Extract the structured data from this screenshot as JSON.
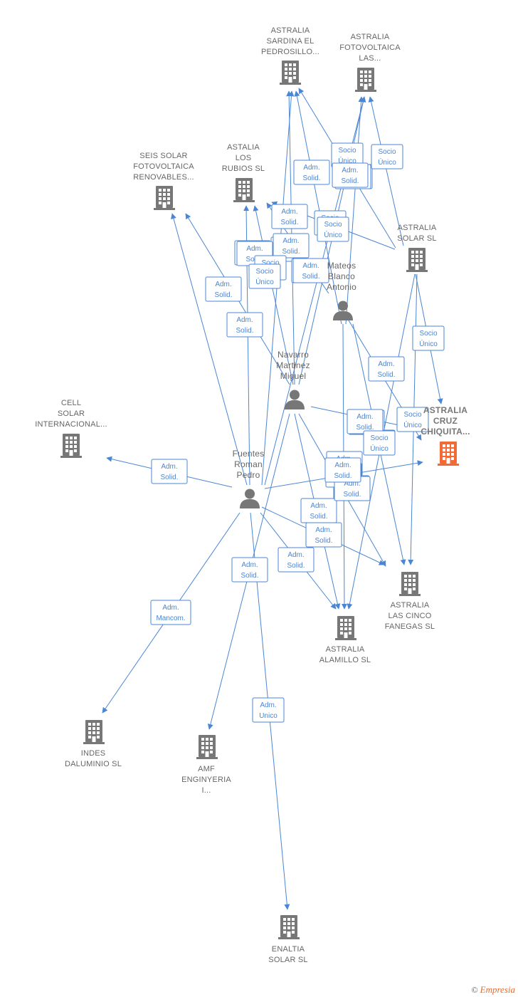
{
  "colors": {
    "edge": "#4a86d4",
    "company": "#777777",
    "focus": "#f26a35",
    "person": "#777777",
    "label": "#666666"
  },
  "nodes": [
    {
      "id": "sardina",
      "type": "company",
      "lines": [
        "ASTRALIA",
        "SARDINA EL",
        "PEDROSILLO..."
      ]
    },
    {
      "id": "fotovoltaica",
      "type": "company",
      "lines": [
        "ASTRALIA",
        "FOTOVOLTAICA",
        "LAS..."
      ]
    },
    {
      "id": "seis",
      "type": "company",
      "lines": [
        "SEIS SOLAR",
        "FOTOVOLTAICA",
        "RENOVABLES..."
      ]
    },
    {
      "id": "rubios",
      "type": "company",
      "lines": [
        "ASTALIA",
        "LOS",
        "RUBIOS  SL"
      ]
    },
    {
      "id": "solar",
      "type": "company",
      "lines": [
        "ASTRALIA",
        "SOLAR  SL"
      ]
    },
    {
      "id": "mateos",
      "type": "person",
      "lines": [
        "Mateos",
        "Blanco",
        "Antonio"
      ]
    },
    {
      "id": "navarro",
      "type": "person",
      "lines": [
        "Navarro",
        "Martinez",
        "Miguel"
      ]
    },
    {
      "id": "cruz",
      "type": "focus",
      "lines": [
        "ASTRALIA",
        "CRUZ",
        "CHIQUITA..."
      ]
    },
    {
      "id": "cell",
      "type": "company",
      "lines": [
        "CELL",
        "SOLAR",
        "INTERNACIONAL..."
      ]
    },
    {
      "id": "fuentes",
      "type": "person",
      "lines": [
        "Fuentes",
        "Roman",
        "Pedro"
      ]
    },
    {
      "id": "cinco",
      "type": "company",
      "lines": [
        "ASTRALIA",
        "LAS CINCO",
        "FANEGAS  SL"
      ]
    },
    {
      "id": "alamillo",
      "type": "company",
      "lines": [
        "ASTRALIA",
        "ALAMILLO  SL"
      ]
    },
    {
      "id": "indes",
      "type": "company",
      "lines": [
        "INDES",
        "DALUMINIO  SL"
      ]
    },
    {
      "id": "amf",
      "type": "company",
      "lines": [
        "AMF",
        "ENGINYERIA",
        "I..."
      ]
    },
    {
      "id": "enaltia",
      "type": "company",
      "lines": [
        "ENALTIA",
        "SOLAR  SL"
      ]
    }
  ],
  "edges": [
    {
      "from": "mateos",
      "to": "sardina",
      "lines": [
        "Adm.",
        "Solid."
      ]
    },
    {
      "from": "mateos",
      "to": "fotovoltaica",
      "lines": [
        "Adm.",
        "Solid."
      ]
    },
    {
      "from": "mateos",
      "to": "rubios",
      "lines": [
        "Adm.",
        "Solid."
      ]
    },
    {
      "from": "mateos",
      "to": "cinco",
      "lines": [
        "Adm.",
        "Solid."
      ]
    },
    {
      "from": "mateos",
      "to": "alamillo",
      "lines": [
        "Adm.",
        "Solid."
      ]
    },
    {
      "from": "mateos",
      "to": "cruz",
      "lines": [
        "Adm.",
        "Solid."
      ]
    },
    {
      "from": "solar",
      "to": "sardina",
      "lines": [
        "Socio",
        "Único"
      ]
    },
    {
      "from": "solar",
      "to": "fotovoltaica",
      "lines": [
        "Socio",
        "Único"
      ]
    },
    {
      "from": "solar",
      "to": "rubios",
      "lines": [
        "Socio",
        "Único"
      ]
    },
    {
      "from": "solar",
      "to": "cruz",
      "lines": [
        "Socio",
        "Único"
      ]
    },
    {
      "from": "solar",
      "to": "cinco",
      "lines": [
        "Socio",
        "Único"
      ]
    },
    {
      "from": "solar",
      "to": "alamillo",
      "lines": [
        "Socio",
        "Único"
      ]
    },
    {
      "from": "navarro",
      "to": "sardina",
      "lines": [
        "Adm.",
        "Solid."
      ]
    },
    {
      "from": "navarro",
      "to": "fotovoltaica",
      "lines": [
        "Adm.",
        "Solid."
      ]
    },
    {
      "from": "navarro",
      "to": "rubios",
      "lines": [
        "Adm.",
        "Solid."
      ]
    },
    {
      "from": "navarro",
      "to": "seis",
      "lines": [
        "Adm.",
        "Solid."
      ]
    },
    {
      "from": "navarro",
      "to": "cruz",
      "lines": [
        "Adm.",
        "Solid."
      ]
    },
    {
      "from": "navarro",
      "to": "cinco",
      "lines": [
        "Adm.",
        "Solid."
      ]
    },
    {
      "from": "navarro",
      "to": "alamillo",
      "lines": [
        "Adm.",
        "Solid."
      ]
    },
    {
      "from": "navarro",
      "to": "amf",
      "lines": [
        "Adm.",
        "Solid."
      ]
    },
    {
      "from": "fuentes",
      "to": "sardina",
      "lines": [
        "Adm.",
        "Solid."
      ]
    },
    {
      "from": "fuentes",
      "to": "fotovoltaica",
      "lines": [
        "Adm.",
        "Solid."
      ]
    },
    {
      "from": "fuentes",
      "to": "rubios",
      "lines": [
        "Adm.",
        "Solid."
      ]
    },
    {
      "from": "fuentes",
      "to": "seis",
      "lines": [
        "Adm.",
        "Solid."
      ]
    },
    {
      "from": "fuentes",
      "to": "cell",
      "lines": [
        "Adm.",
        "Solid."
      ]
    },
    {
      "from": "fuentes",
      "to": "cruz",
      "lines": [
        "Adm.",
        "Solid."
      ]
    },
    {
      "from": "fuentes",
      "to": "cinco",
      "lines": [
        "Adm.",
        "Solid."
      ]
    },
    {
      "from": "fuentes",
      "to": "alamillo",
      "lines": [
        "Adm.",
        "Solid."
      ]
    },
    {
      "from": "fuentes",
      "to": "indes",
      "lines": [
        "Adm.",
        "Mancom."
      ]
    },
    {
      "from": "fuentes",
      "to": "enaltia",
      "lines": [
        "Adm.",
        "Unico"
      ]
    }
  ],
  "footer": {
    "copyright": "©",
    "brand": "Empresia"
  }
}
